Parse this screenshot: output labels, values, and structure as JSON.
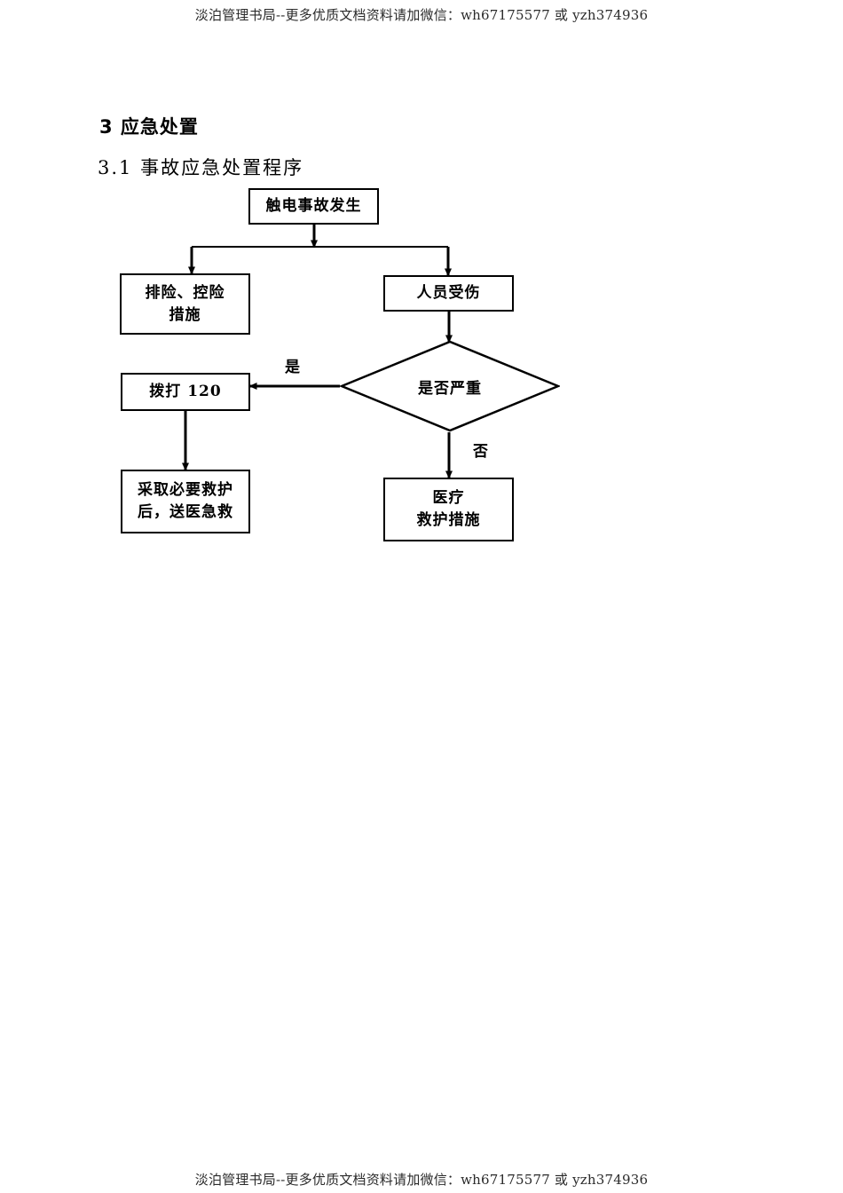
{
  "watermark": {
    "top": "淡泊管理书局--更多优质文档资料请加微信：wh67175577 或 yzh374936",
    "bottom": "淡泊管理书局--更多优质文档资料请加微信：wh67175577 或 yzh374936"
  },
  "headings": {
    "section": "3 应急处置",
    "subsection": "3.1 事故应急处置程序"
  },
  "flowchart": {
    "nodes": {
      "start": "触电事故发生",
      "left_measures": "排险、控险\n措施",
      "left_measures_line1": "排险、控险",
      "left_measures_line2": "措施",
      "person_injured": "人员受伤",
      "decision": "是否严重",
      "call_120": "拨打 120",
      "rescue_then_hospital_line1": "采取必要救护",
      "rescue_then_hospital_line2": "后，送医急救",
      "medical_line1": "医疗",
      "medical_line2": "救护措施"
    },
    "edge_labels": {
      "yes": "是",
      "no": "否"
    },
    "colors": {
      "line": "#000000",
      "node_fill": "#ffffff",
      "text": "#000000"
    }
  }
}
